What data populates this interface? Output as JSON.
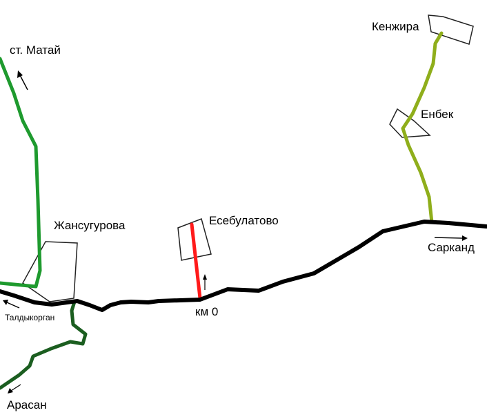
{
  "labels": {
    "matai": "ст. Матай",
    "kenzhira": "Кенжира",
    "enbek": "Енбек",
    "zhansugurova": "Жансугурова",
    "esebulatovo": "Есебулатово",
    "km0": "км 0",
    "sarkand": "Сарканд",
    "taldykorgan": "Талдыкорган",
    "arasan": "Арасан"
  },
  "colors": {
    "main_road": "#000000",
    "matai_line": "#1e9a2e",
    "enbek_line": "#8fae1b",
    "arasan_line": "#1b5e20",
    "highlight_segment": "#ff1a1a",
    "settlement_outline": "#222222",
    "background": "#ffffff"
  }
}
